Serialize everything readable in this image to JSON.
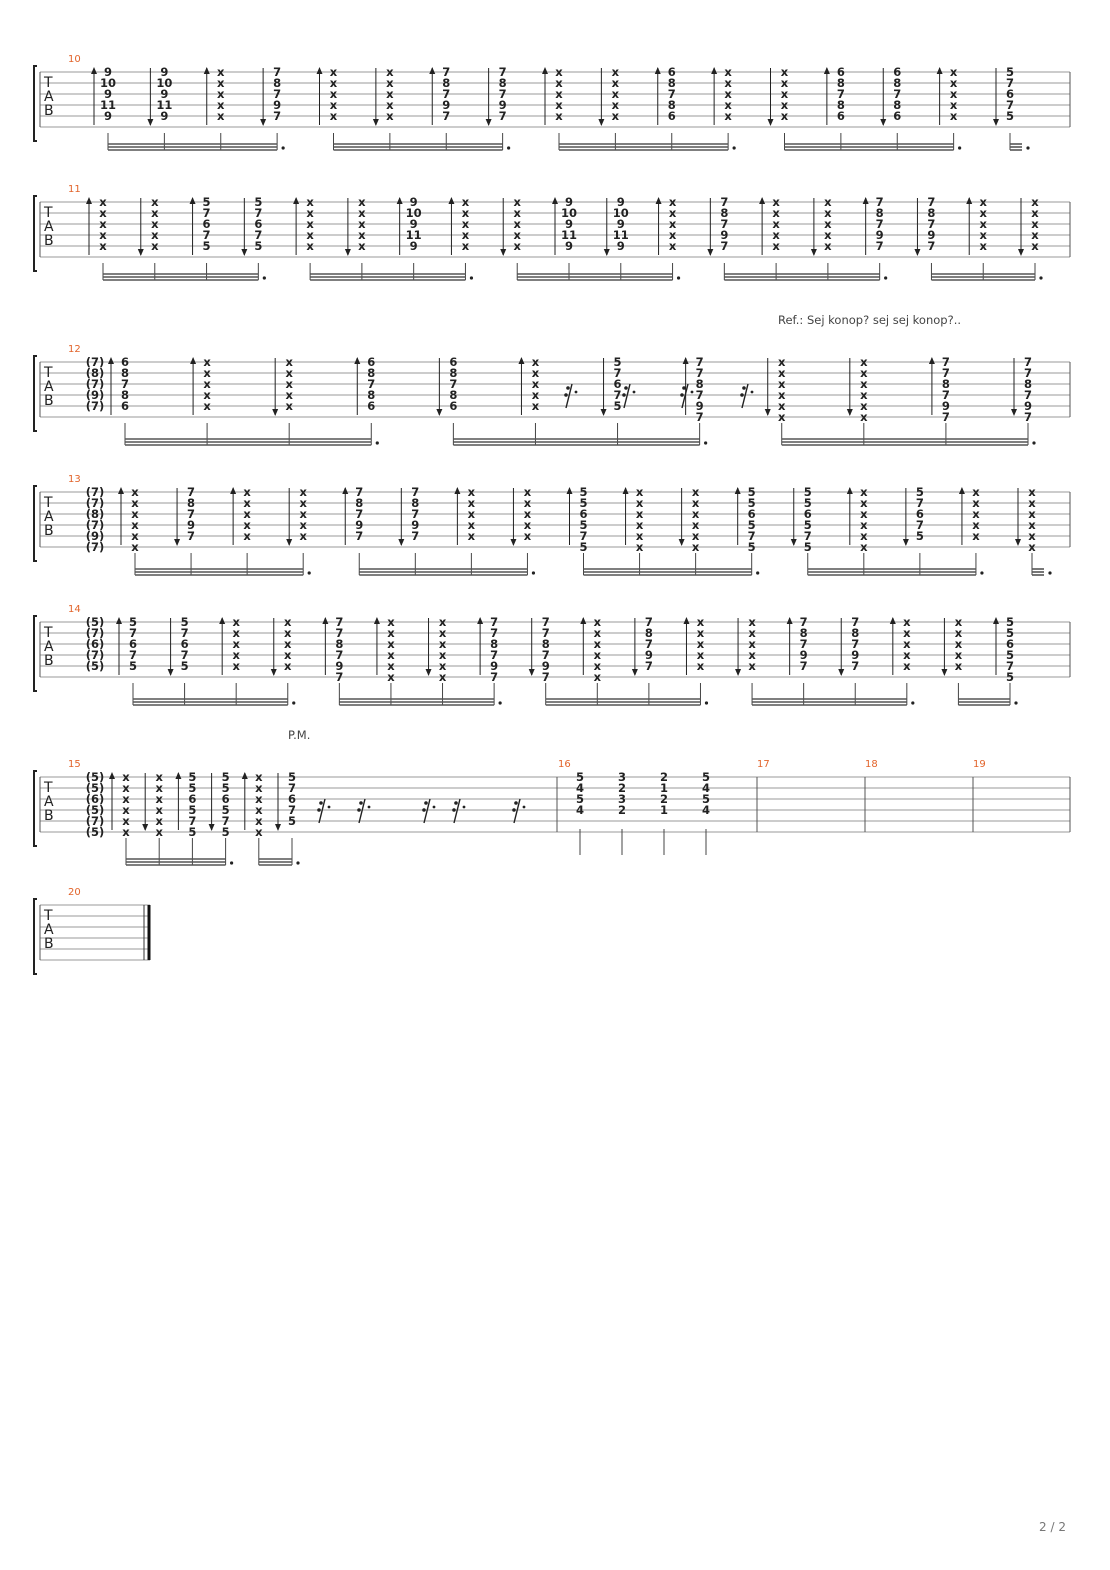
{
  "page": {
    "page_indicator": "2 / 2"
  },
  "tab_letters": [
    "T",
    "A",
    "B"
  ],
  "annotations": {
    "refrain": "Ref.: Sej konop? sej sej konop?..",
    "palm_mute": "P.M."
  },
  "systems": [
    {
      "measures": [
        "10"
      ],
      "beats": [
        {
          "frets": [
            "9",
            "10",
            "9",
            "11",
            "9"
          ],
          "stroke": "up"
        },
        {
          "frets": [
            "9",
            "10",
            "9",
            "11",
            "9"
          ],
          "stroke": "down"
        },
        {
          "frets": [
            "x",
            "x",
            "x",
            "x",
            "x"
          ],
          "stroke": "up"
        },
        {
          "frets": [
            "7",
            "8",
            "7",
            "9",
            "7"
          ],
          "stroke": "down"
        },
        {
          "frets": [
            "x",
            "x",
            "x",
            "x",
            "x"
          ],
          "stroke": "up"
        },
        {
          "frets": [
            "x",
            "x",
            "x",
            "x",
            "x"
          ],
          "stroke": "down"
        },
        {
          "frets": [
            "7",
            "8",
            "7",
            "9",
            "7"
          ],
          "stroke": "up"
        },
        {
          "frets": [
            "7",
            "8",
            "7",
            "9",
            "7"
          ],
          "stroke": "down"
        },
        {
          "frets": [
            "x",
            "x",
            "x",
            "x",
            "x"
          ],
          "stroke": "up"
        },
        {
          "frets": [
            "x",
            "x",
            "x",
            "x",
            "x"
          ],
          "stroke": "down"
        },
        {
          "frets": [
            "6",
            "8",
            "7",
            "8",
            "6"
          ],
          "stroke": "up"
        },
        {
          "frets": [
            "x",
            "x",
            "x",
            "x",
            "x"
          ],
          "stroke": "up"
        },
        {
          "frets": [
            "x",
            "x",
            "x",
            "x",
            "x"
          ],
          "stroke": "down"
        },
        {
          "frets": [
            "6",
            "8",
            "7",
            "8",
            "6"
          ],
          "stroke": "up"
        },
        {
          "frets": [
            "6",
            "8",
            "7",
            "8",
            "6"
          ],
          "stroke": "down"
        },
        {
          "frets": [
            "x",
            "x",
            "x",
            "x",
            "x"
          ],
          "stroke": "up"
        },
        {
          "frets": [
            "5",
            "7",
            "6",
            "7",
            "5"
          ],
          "stroke": "down"
        }
      ]
    },
    {
      "measures": [
        "11"
      ],
      "beats": [
        {
          "frets": [
            "x",
            "x",
            "x",
            "x",
            "x"
          ],
          "stroke": "up"
        },
        {
          "frets": [
            "x",
            "x",
            "x",
            "x",
            "x"
          ],
          "stroke": "down"
        },
        {
          "frets": [
            "5",
            "7",
            "6",
            "7",
            "5"
          ],
          "stroke": "up"
        },
        {
          "frets": [
            "5",
            "7",
            "6",
            "7",
            "5"
          ],
          "stroke": "down"
        },
        {
          "frets": [
            "x",
            "x",
            "x",
            "x",
            "x"
          ],
          "stroke": "up"
        },
        {
          "frets": [
            "x",
            "x",
            "x",
            "x",
            "x"
          ],
          "stroke": "down"
        },
        {
          "frets": [
            "9",
            "10",
            "9",
            "11",
            "9"
          ],
          "stroke": "up"
        },
        {
          "frets": [
            "x",
            "x",
            "x",
            "x",
            "x"
          ],
          "stroke": "up"
        },
        {
          "frets": [
            "x",
            "x",
            "x",
            "x",
            "x"
          ],
          "stroke": "down"
        },
        {
          "frets": [
            "9",
            "10",
            "9",
            "11",
            "9"
          ],
          "stroke": "up"
        },
        {
          "frets": [
            "9",
            "10",
            "9",
            "11",
            "9"
          ],
          "stroke": "down"
        },
        {
          "frets": [
            "x",
            "x",
            "x",
            "x",
            "x"
          ],
          "stroke": "up"
        },
        {
          "frets": [
            "7",
            "8",
            "7",
            "9",
            "7"
          ],
          "stroke": "down"
        },
        {
          "frets": [
            "x",
            "x",
            "x",
            "x",
            "x"
          ],
          "stroke": "up"
        },
        {
          "frets": [
            "x",
            "x",
            "x",
            "x",
            "x"
          ],
          "stroke": "down"
        },
        {
          "frets": [
            "7",
            "8",
            "7",
            "9",
            "7"
          ],
          "stroke": "up"
        },
        {
          "frets": [
            "7",
            "8",
            "7",
            "9",
            "7"
          ],
          "stroke": "down"
        },
        {
          "frets": [
            "x",
            "x",
            "x",
            "x",
            "x"
          ],
          "stroke": "up"
        },
        {
          "frets": [
            "x",
            "x",
            "x",
            "x",
            "x"
          ],
          "stroke": "down"
        }
      ]
    },
    {
      "measures": [
        "12"
      ],
      "lead": [
        "(7)",
        "(8)",
        "(7)",
        "(9)",
        "(7)"
      ],
      "beats": [
        {
          "frets": [
            "6",
            "8",
            "7",
            "8",
            "6"
          ],
          "stroke": "up"
        },
        {
          "frets": [
            "x",
            "x",
            "x",
            "x",
            "x"
          ],
          "stroke": "up"
        },
        {
          "frets": [
            "x",
            "x",
            "x",
            "x",
            "x"
          ],
          "stroke": "down"
        },
        {
          "frets": [
            "6",
            "8",
            "7",
            "8",
            "6"
          ],
          "stroke": "up"
        },
        {
          "frets": [
            "6",
            "8",
            "7",
            "8",
            "6"
          ],
          "stroke": "down"
        },
        {
          "frets": [
            "x",
            "x",
            "x",
            "x",
            "x"
          ],
          "stroke": "up"
        },
        {
          "frets": [
            "5",
            "7",
            "6",
            "7",
            "5"
          ],
          "stroke": "down"
        },
        {
          "frets": [
            "7",
            "7",
            "8",
            "7",
            "9",
            "7"
          ],
          "stroke": "up"
        },
        {
          "frets": [
            "x",
            "x",
            "x",
            "x",
            "x",
            "x"
          ],
          "stroke": "down"
        },
        {
          "frets": [
            "x",
            "x",
            "x",
            "x",
            "x",
            "x"
          ],
          "stroke": "down"
        },
        {
          "frets": [
            "7",
            "7",
            "8",
            "7",
            "9",
            "7"
          ],
          "stroke": "up"
        },
        {
          "frets": [
            "7",
            "7",
            "8",
            "7",
            "9",
            "7"
          ],
          "stroke": "down"
        }
      ]
    },
    {
      "measures": [
        "13"
      ],
      "lead": [
        "(7)",
        "(7)",
        "(8)",
        "(7)",
        "(9)",
        "(7)"
      ],
      "beats": [
        {
          "frets": [
            "x",
            "x",
            "x",
            "x",
            "x",
            "x"
          ],
          "stroke": "up"
        },
        {
          "frets": [
            "7",
            "8",
            "7",
            "9",
            "7"
          ],
          "stroke": "down"
        },
        {
          "frets": [
            "x",
            "x",
            "x",
            "x",
            "x"
          ],
          "stroke": "up"
        },
        {
          "frets": [
            "x",
            "x",
            "x",
            "x",
            "x"
          ],
          "stroke": "down"
        },
        {
          "frets": [
            "7",
            "8",
            "7",
            "9",
            "7"
          ],
          "stroke": "up"
        },
        {
          "frets": [
            "7",
            "8",
            "7",
            "9",
            "7"
          ],
          "stroke": "down"
        },
        {
          "frets": [
            "x",
            "x",
            "x",
            "x",
            "x"
          ],
          "stroke": "up"
        },
        {
          "frets": [
            "x",
            "x",
            "x",
            "x",
            "x"
          ],
          "stroke": "down"
        },
        {
          "frets": [
            "5",
            "5",
            "6",
            "5",
            "7",
            "5"
          ],
          "stroke": "up"
        },
        {
          "frets": [
            "x",
            "x",
            "x",
            "x",
            "x",
            "x"
          ],
          "stroke": "up"
        },
        {
          "frets": [
            "x",
            "x",
            "x",
            "x",
            "x",
            "x"
          ],
          "stroke": "down"
        },
        {
          "frets": [
            "5",
            "5",
            "6",
            "5",
            "7",
            "5"
          ],
          "stroke": "up"
        },
        {
          "frets": [
            "5",
            "5",
            "6",
            "5",
            "7",
            "5"
          ],
          "stroke": "down"
        },
        {
          "frets": [
            "x",
            "x",
            "x",
            "x",
            "x",
            "x"
          ],
          "stroke": "up"
        },
        {
          "frets": [
            "5",
            "7",
            "6",
            "7",
            "5"
          ],
          "stroke": "down"
        },
        {
          "frets": [
            "x",
            "x",
            "x",
            "x",
            "x"
          ],
          "stroke": "up"
        },
        {
          "frets": [
            "x",
            "x",
            "x",
            "x",
            "x",
            "x"
          ],
          "stroke": "down"
        }
      ]
    },
    {
      "measures": [
        "14"
      ],
      "lead": [
        "(5)",
        "(7)",
        "(6)",
        "(7)",
        "(5)"
      ],
      "beats": [
        {
          "frets": [
            "5",
            "7",
            "6",
            "7",
            "5"
          ],
          "stroke": "up"
        },
        {
          "frets": [
            "5",
            "7",
            "6",
            "7",
            "5"
          ],
          "stroke": "down"
        },
        {
          "frets": [
            "x",
            "x",
            "x",
            "x",
            "x"
          ],
          "stroke": "up"
        },
        {
          "frets": [
            "x",
            "x",
            "x",
            "x",
            "x"
          ],
          "stroke": "down"
        },
        {
          "frets": [
            "7",
            "7",
            "8",
            "7",
            "9",
            "7"
          ],
          "stroke": "up"
        },
        {
          "frets": [
            "x",
            "x",
            "x",
            "x",
            "x",
            "x"
          ],
          "stroke": "up"
        },
        {
          "frets": [
            "x",
            "x",
            "x",
            "x",
            "x",
            "x"
          ],
          "stroke": "down"
        },
        {
          "frets": [
            "7",
            "7",
            "8",
            "7",
            "9",
            "7"
          ],
          "stroke": "up"
        },
        {
          "frets": [
            "7",
            "7",
            "8",
            "7",
            "9",
            "7"
          ],
          "stroke": "down"
        },
        {
          "frets": [
            "x",
            "x",
            "x",
            "x",
            "x",
            "x"
          ],
          "stroke": "up"
        },
        {
          "frets": [
            "7",
            "8",
            "7",
            "9",
            "7"
          ],
          "stroke": "down"
        },
        {
          "frets": [
            "x",
            "x",
            "x",
            "x",
            "x"
          ],
          "stroke": "up"
        },
        {
          "frets": [
            "x",
            "x",
            "x",
            "x",
            "x"
          ],
          "stroke": "down"
        },
        {
          "frets": [
            "7",
            "8",
            "7",
            "9",
            "7"
          ],
          "stroke": "up"
        },
        {
          "frets": [
            "7",
            "8",
            "7",
            "9",
            "7"
          ],
          "stroke": "down"
        },
        {
          "frets": [
            "x",
            "x",
            "x",
            "x",
            "x"
          ],
          "stroke": "up"
        },
        {
          "frets": [
            "x",
            "x",
            "x",
            "x",
            "x"
          ],
          "stroke": "down"
        },
        {
          "frets": [
            "5",
            "5",
            "6",
            "5",
            "7",
            "5"
          ],
          "stroke": "up"
        }
      ]
    },
    {
      "measures": [
        "15",
        "16",
        "17",
        "18",
        "19"
      ],
      "lead": [
        "(5)",
        "(5)",
        "(6)",
        "(5)",
        "(7)",
        "(5)"
      ],
      "beats": [
        {
          "frets": [
            "x",
            "x",
            "x",
            "x",
            "x",
            "x"
          ],
          "stroke": "up"
        },
        {
          "frets": [
            "x",
            "x",
            "x",
            "x",
            "x",
            "x"
          ],
          "stroke": "down"
        },
        {
          "frets": [
            "5",
            "5",
            "6",
            "5",
            "7",
            "5"
          ],
          "stroke": "up"
        },
        {
          "frets": [
            "5",
            "5",
            "6",
            "5",
            "7",
            "5"
          ],
          "stroke": "down"
        },
        {
          "frets": [
            "x",
            "x",
            "x",
            "x",
            "x",
            "x"
          ],
          "stroke": "up"
        },
        {
          "frets": [
            "5",
            "7",
            "6",
            "7",
            "5"
          ],
          "stroke": "down"
        }
      ],
      "chords16": [
        [
          "5",
          "4",
          "5",
          "4"
        ],
        [
          "3",
          "2",
          "3",
          "2"
        ],
        [
          "2",
          "1",
          "2",
          "1"
        ],
        [
          "5",
          "4",
          "5",
          "4"
        ]
      ]
    },
    {
      "measures": [
        "20"
      ],
      "beats": []
    }
  ]
}
